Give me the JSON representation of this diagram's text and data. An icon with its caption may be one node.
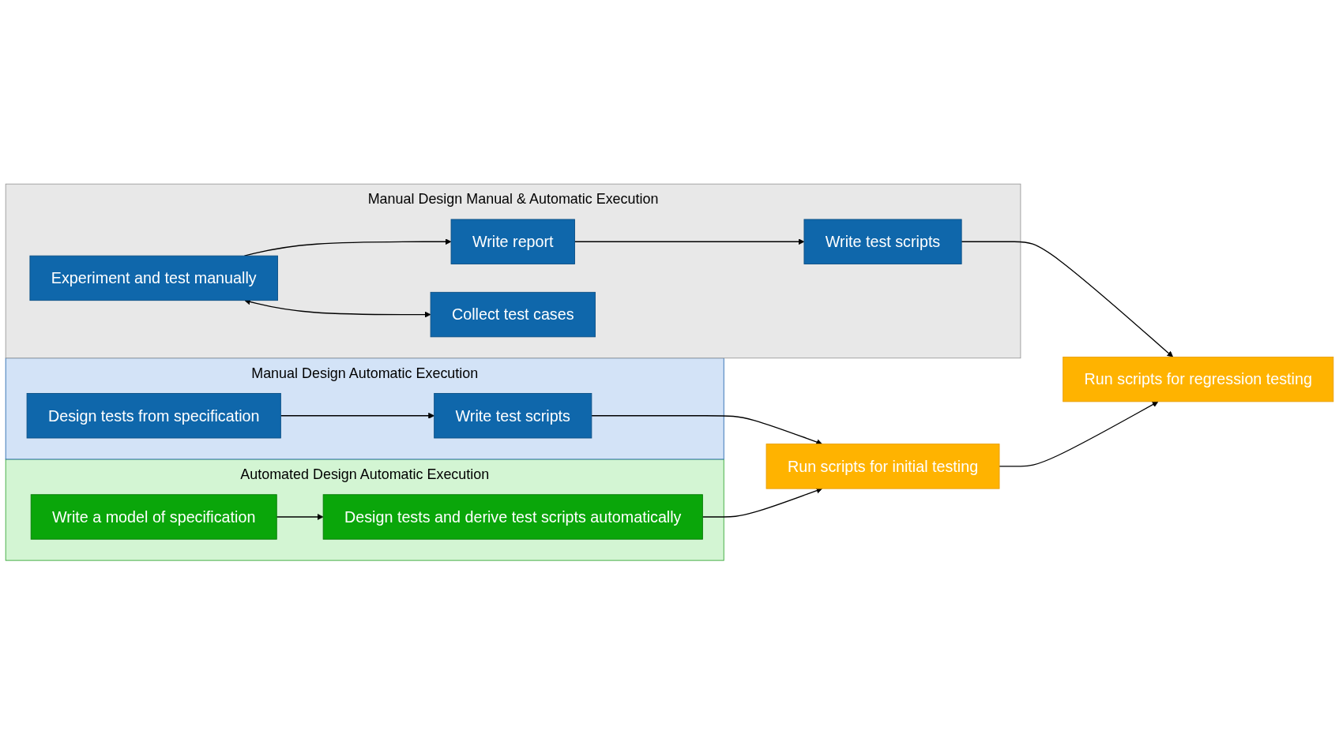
{
  "diagram": {
    "nodes": [
      {
        "text": [
          "Manual Design Manual & Automatic Execution"
        ]
      },
      {
        "text": [
          "Experiment and test manually"
        ],
        "in": 0
      },
      {
        "text": [
          "Write report"
        ],
        "in": 0
      },
      {
        "text": [
          "Collect test cases"
        ],
        "in": 0
      },
      {
        "text": [
          "Write test scripts"
        ],
        "in": 0
      },
      {
        "text": [
          "Manual Design Automatic Execution"
        ]
      },
      {
        "text": [
          "Design tests from specification"
        ],
        "in": 5
      },
      {
        "text": [
          "Write test scripts"
        ],
        "in": 5
      },
      {
        "text": [
          "Automated Design Automatic Execution"
        ]
      },
      {
        "text": [
          "Write a model of specification"
        ],
        "in": 8
      },
      {
        "text": [
          "Design tests and derive test scripts automatically"
        ],
        "in": 8
      },
      {
        "text": [
          "Run scripts for regression testing"
        ]
      },
      {
        "text": [
          "Run scripts for initial testing"
        ]
      }
    ],
    "edges": [
      {
        "from": 1,
        "to": 2,
        "arrow": "to"
      },
      {
        "from": 1,
        "to": 3,
        "arrow": "both"
      },
      {
        "from": 2,
        "to": 4,
        "arrow": "to"
      },
      {
        "from": 4,
        "to": 11,
        "arrow": "to"
      },
      {
        "from": 6,
        "to": 7,
        "arrow": "to"
      },
      {
        "from": 7,
        "to": 12,
        "arrow": "to"
      },
      {
        "from": 12,
        "to": 11,
        "arrow": "to"
      },
      {
        "from": 9,
        "to": 10,
        "arrow": "to"
      },
      {
        "from": 10,
        "to": 12,
        "arrow": "to"
      }
    ]
  }
}
